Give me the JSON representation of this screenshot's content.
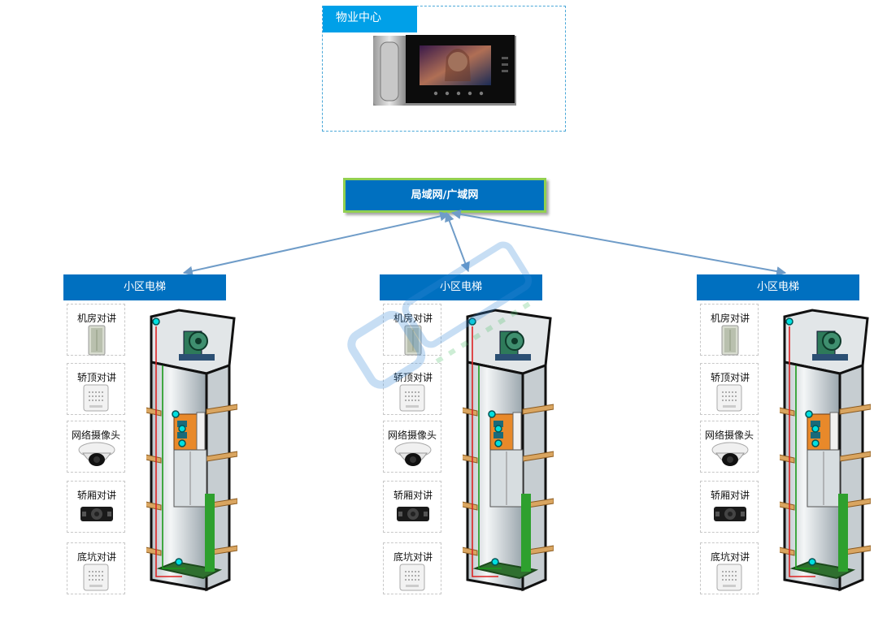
{
  "property_center": {
    "label": "物业中心"
  },
  "network": {
    "label": "局域网/广域网"
  },
  "groups": [
    {
      "title": "小区电梯",
      "devices": [
        {
          "label": "机房对讲",
          "icon": "machine-room-intercom-icon"
        },
        {
          "label": "轿顶对讲",
          "icon": "car-top-intercom-icon"
        },
        {
          "label": "网络摄像头",
          "icon": "network-camera-icon"
        },
        {
          "label": "轿厢对讲",
          "icon": "car-intercom-icon"
        },
        {
          "label": "底坑对讲",
          "icon": "pit-intercom-icon"
        }
      ]
    },
    {
      "title": "小区电梯",
      "devices": [
        {
          "label": "机房对讲",
          "icon": "machine-room-intercom-icon"
        },
        {
          "label": "轿顶对讲",
          "icon": "car-top-intercom-icon"
        },
        {
          "label": "网络摄像头",
          "icon": "network-camera-icon"
        },
        {
          "label": "轿厢对讲",
          "icon": "car-intercom-icon"
        },
        {
          "label": "底坑对讲",
          "icon": "pit-intercom-icon"
        }
      ]
    },
    {
      "title": "小区电梯",
      "devices": [
        {
          "label": "机房对讲",
          "icon": "machine-room-intercom-icon"
        },
        {
          "label": "轿顶对讲",
          "icon": "car-top-intercom-icon"
        },
        {
          "label": "网络摄像头",
          "icon": "network-camera-icon"
        },
        {
          "label": "轿厢对讲",
          "icon": "car-intercom-icon"
        },
        {
          "label": "底坑对讲",
          "icon": "pit-intercom-icon"
        }
      ]
    }
  ],
  "colors": {
    "title_blue": "#0070c0",
    "label_blue": "#00a0e8",
    "border_green": "#92d050",
    "arrow": "#6f9cc8"
  }
}
